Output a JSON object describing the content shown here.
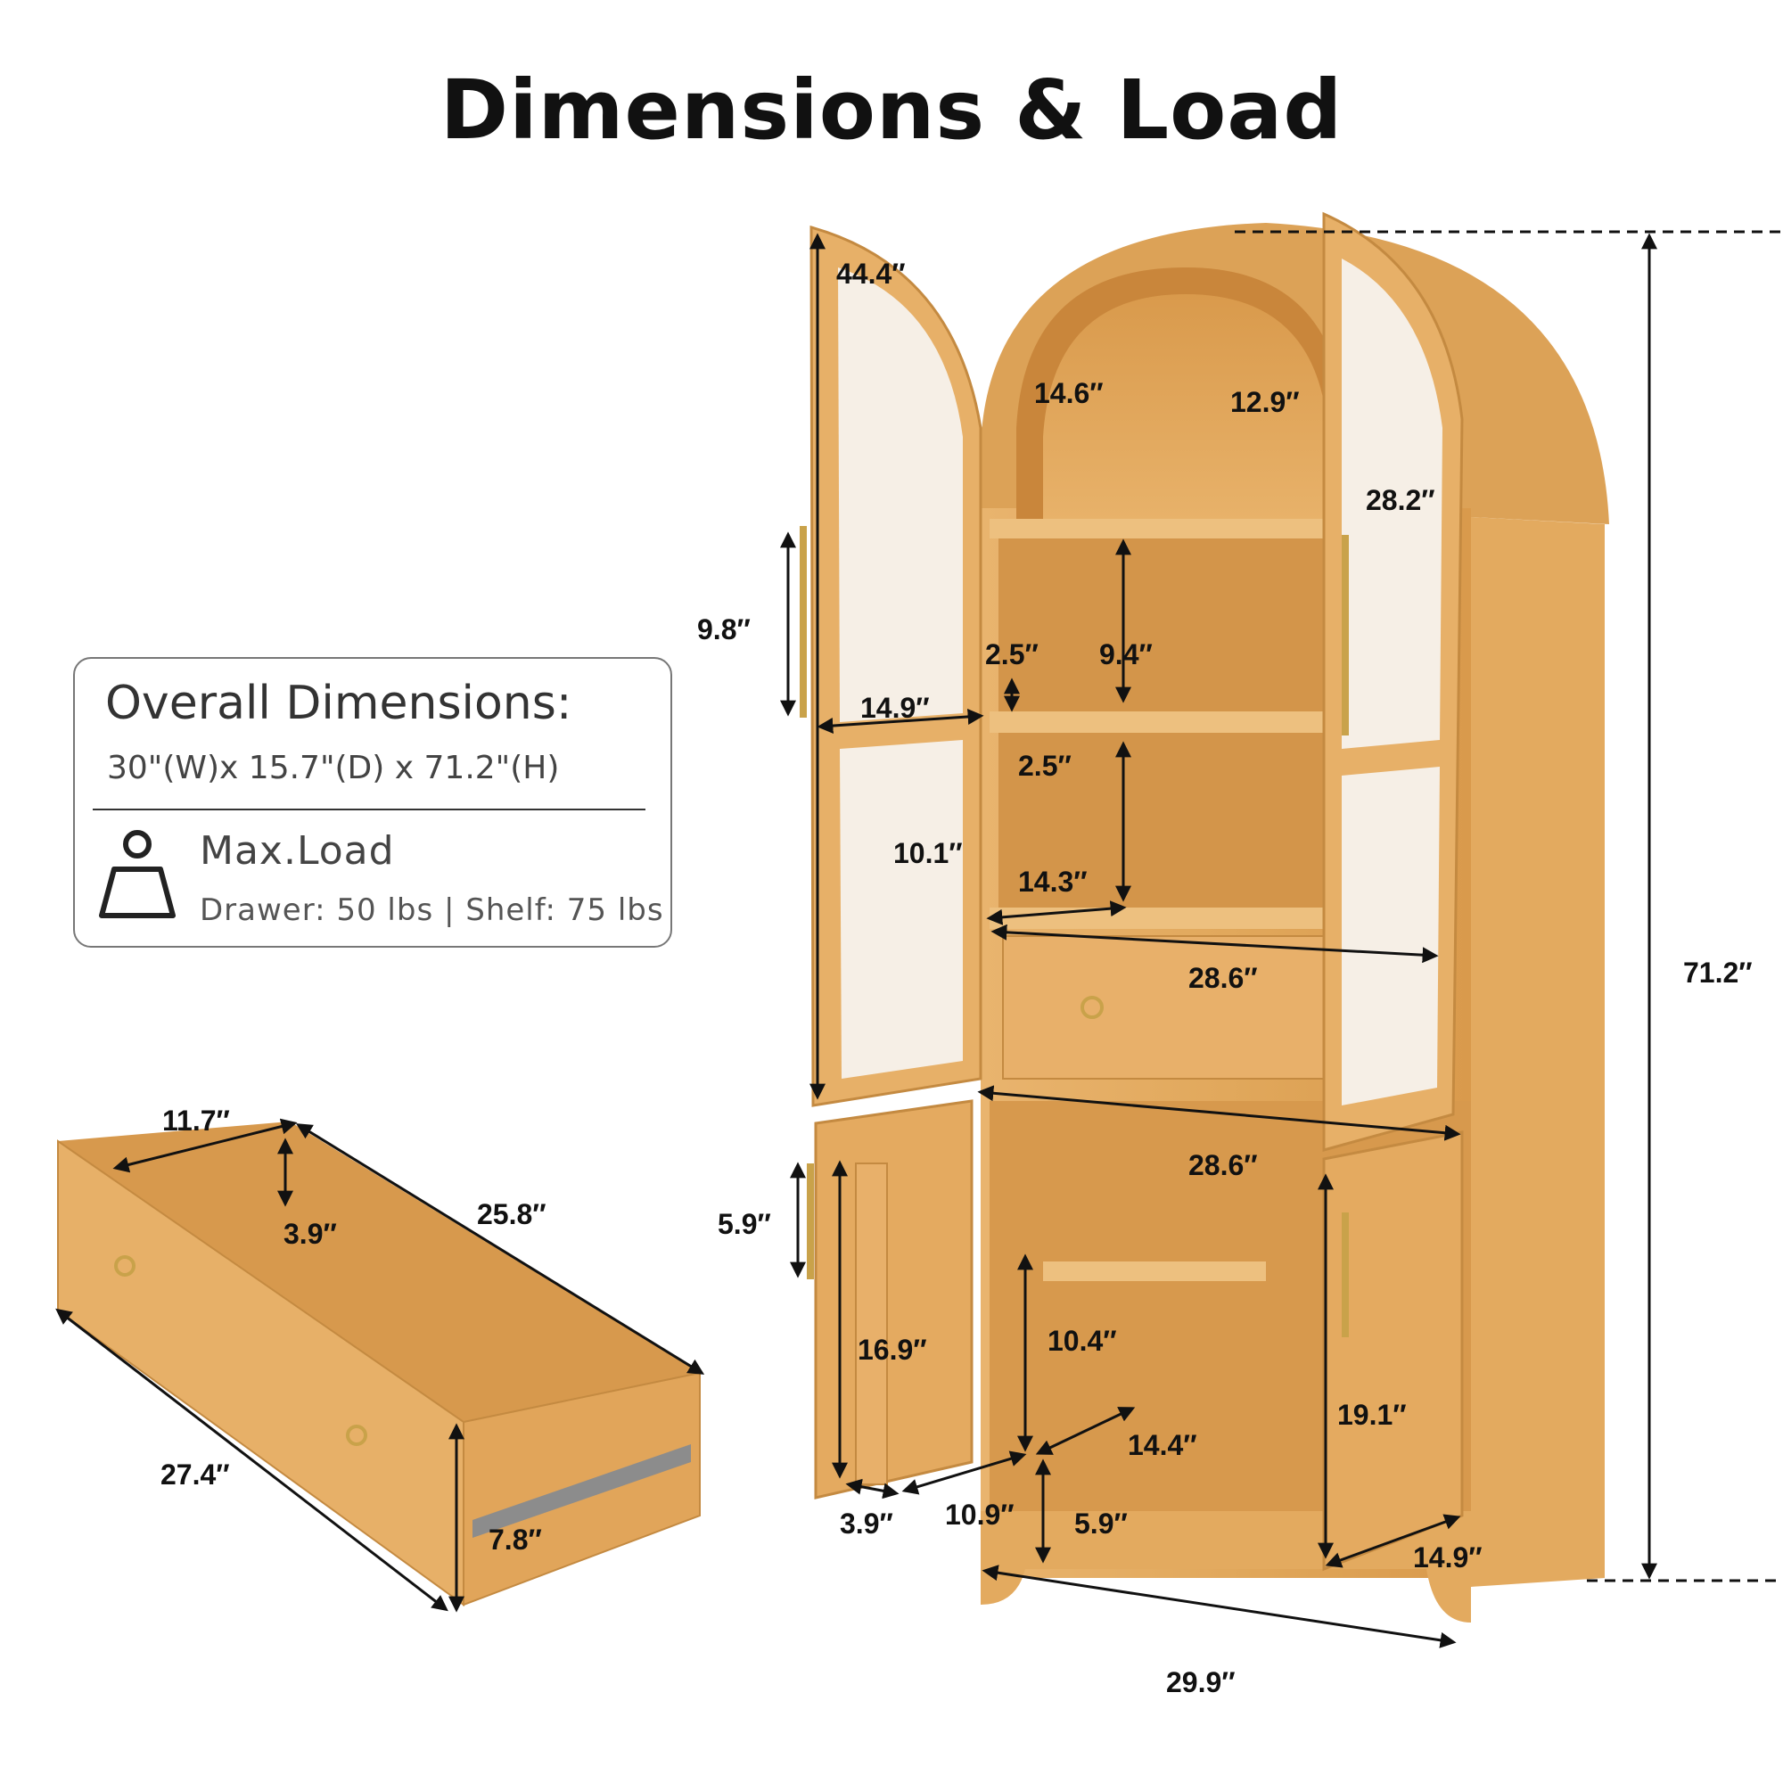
{
  "title": "Dimensions & Load",
  "overall": {
    "heading": "Overall Dimensions:",
    "size": "30\"(W)x 15.7\"(D) x 71.2\"(H)",
    "load_heading": "Max.Load",
    "load_detail": "Drawer: 50 lbs  | Shelf: 75 lbs"
  },
  "icons": [
    "weight-person-icon"
  ],
  "colors": {
    "wood_light": "#e9b46e",
    "wood_mid": "#d99a4c",
    "wood_dark": "#b8762e",
    "handle_gold": "#c9a24a"
  },
  "dims": {
    "door_height": "44.4″",
    "arch_inner_height": "14.6″",
    "arch_inner_width": "12.9″",
    "arch_depth": "28.2″",
    "handle_length_upper": "9.8″",
    "shelf_gap_left_top": "2.5″",
    "shelf_height_top": "9.4″",
    "door_width": "14.9″",
    "shelf_gap_left_mid": "2.5″",
    "shelf_height_mid": "10.1″",
    "shelf_depth": "14.3″",
    "drawer_front_width": "28.6″",
    "cabinet_inner_width": "28.6″",
    "handle_length_lower": "5.9″",
    "door_rack_height": "16.9″",
    "lower_shelf_height": "10.4″",
    "lower_shelf_depth": "14.4″",
    "lower_door_height": "19.1″",
    "rack_depth": "3.9″",
    "lower_door_width": "10.9″",
    "leg_height": "5.9″",
    "cabinet_depth": "14.9″",
    "total_width": "29.9″",
    "total_height": "71.2″",
    "drawer_depth_inner": "11.7″",
    "drawer_length_inner": "25.8″",
    "drawer_inner_height": "3.9″",
    "drawer_length_outer": "27.4″",
    "drawer_front_height": "7.8″"
  }
}
